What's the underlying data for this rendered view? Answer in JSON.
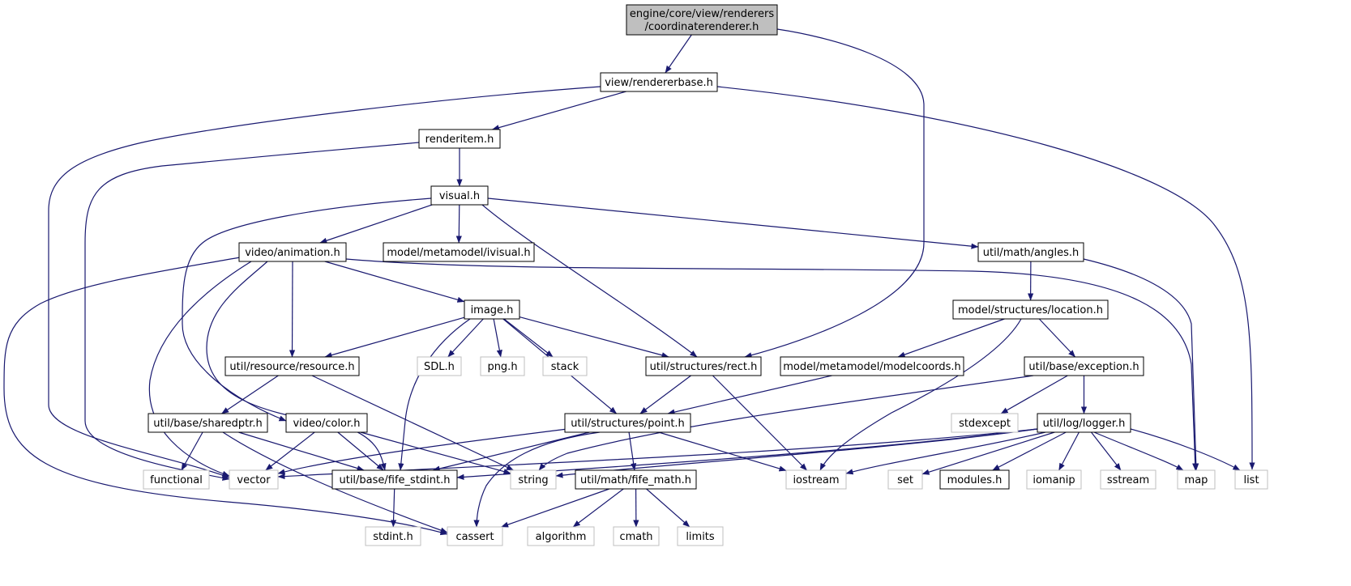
{
  "colors": {
    "edge": "#191970",
    "node_border": "#000000",
    "external_border": "#bfbfbf",
    "root_fill": "#bfbfbf",
    "node_fill": "#ffffff"
  },
  "nodes": {
    "coordinaterenderer": {
      "lines": [
        "engine/core/view/renderers",
        "/coordinaterenderer.h"
      ],
      "kind": "root"
    },
    "rendererbase": {
      "lines": [
        "view/rendererbase.h"
      ],
      "kind": "file"
    },
    "renderitem": {
      "lines": [
        "renderitem.h"
      ],
      "kind": "file"
    },
    "visual": {
      "lines": [
        "visual.h"
      ],
      "kind": "file"
    },
    "animation": {
      "lines": [
        "video/animation.h"
      ],
      "kind": "file"
    },
    "ivisual": {
      "lines": [
        "model/metamodel/ivisual.h"
      ],
      "kind": "file"
    },
    "angles": {
      "lines": [
        "util/math/angles.h"
      ],
      "kind": "file"
    },
    "image": {
      "lines": [
        "image.h"
      ],
      "kind": "file"
    },
    "location": {
      "lines": [
        "model/structures/location.h"
      ],
      "kind": "file"
    },
    "resource": {
      "lines": [
        "util/resource/resource.h"
      ],
      "kind": "file"
    },
    "sdl": {
      "lines": [
        "SDL.h"
      ],
      "kind": "external"
    },
    "png": {
      "lines": [
        "png.h"
      ],
      "kind": "external"
    },
    "stack": {
      "lines": [
        "stack"
      ],
      "kind": "external"
    },
    "rect": {
      "lines": [
        "util/structures/rect.h"
      ],
      "kind": "file"
    },
    "modelcoords": {
      "lines": [
        "model/metamodel/modelcoords.h"
      ],
      "kind": "file"
    },
    "exception": {
      "lines": [
        "util/base/exception.h"
      ],
      "kind": "file"
    },
    "sharedptr": {
      "lines": [
        "util/base/sharedptr.h"
      ],
      "kind": "file"
    },
    "color": {
      "lines": [
        "video/color.h"
      ],
      "kind": "file"
    },
    "point": {
      "lines": [
        "util/structures/point.h"
      ],
      "kind": "file"
    },
    "stdexcept": {
      "lines": [
        "stdexcept"
      ],
      "kind": "external"
    },
    "logger": {
      "lines": [
        "util/log/logger.h"
      ],
      "kind": "file"
    },
    "functional": {
      "lines": [
        "functional"
      ],
      "kind": "external"
    },
    "vector": {
      "lines": [
        "vector"
      ],
      "kind": "external"
    },
    "fife_stdint": {
      "lines": [
        "util/base/fife_stdint.h"
      ],
      "kind": "file"
    },
    "string": {
      "lines": [
        "string"
      ],
      "kind": "external"
    },
    "fife_math": {
      "lines": [
        "util/math/fife_math.h"
      ],
      "kind": "file"
    },
    "iostream": {
      "lines": [
        "iostream"
      ],
      "kind": "external"
    },
    "set": {
      "lines": [
        "set"
      ],
      "kind": "external"
    },
    "modules": {
      "lines": [
        "modules.h"
      ],
      "kind": "file"
    },
    "iomanip": {
      "lines": [
        "iomanip"
      ],
      "kind": "external"
    },
    "sstream": {
      "lines": [
        "sstream"
      ],
      "kind": "external"
    },
    "map": {
      "lines": [
        "map"
      ],
      "kind": "external"
    },
    "list": {
      "lines": [
        "list"
      ],
      "kind": "external"
    },
    "stdint": {
      "lines": [
        "stdint.h"
      ],
      "kind": "external"
    },
    "cassert": {
      "lines": [
        "cassert"
      ],
      "kind": "external"
    },
    "algorithm": {
      "lines": [
        "algorithm"
      ],
      "kind": "external"
    },
    "cmath": {
      "lines": [
        "cmath"
      ],
      "kind": "external"
    },
    "limits": {
      "lines": [
        "limits"
      ],
      "kind": "external"
    }
  },
  "edges": [
    [
      "coordinaterenderer",
      "rendererbase"
    ],
    [
      "coordinaterenderer",
      "rect"
    ],
    [
      "rendererbase",
      "renderitem"
    ],
    [
      "rendererbase",
      "vector"
    ],
    [
      "rendererbase",
      "list"
    ],
    [
      "renderitem",
      "visual"
    ],
    [
      "renderitem",
      "vector"
    ],
    [
      "visual",
      "animation"
    ],
    [
      "visual",
      "ivisual"
    ],
    [
      "visual",
      "angles"
    ],
    [
      "visual",
      "rect"
    ],
    [
      "visual",
      "color"
    ],
    [
      "animation",
      "image"
    ],
    [
      "animation",
      "resource"
    ],
    [
      "animation",
      "fife_stdint"
    ],
    [
      "animation",
      "vector"
    ],
    [
      "animation",
      "cassert"
    ],
    [
      "animation",
      "map"
    ],
    [
      "angles",
      "location"
    ],
    [
      "angles",
      "map"
    ],
    [
      "image",
      "resource"
    ],
    [
      "image",
      "sdl"
    ],
    [
      "image",
      "png"
    ],
    [
      "image",
      "stack"
    ],
    [
      "image",
      "rect"
    ],
    [
      "image",
      "point"
    ],
    [
      "image",
      "fife_stdint"
    ],
    [
      "location",
      "modelcoords"
    ],
    [
      "location",
      "exception"
    ],
    [
      "location",
      "iostream"
    ],
    [
      "resource",
      "sharedptr"
    ],
    [
      "resource",
      "string"
    ],
    [
      "rect",
      "point"
    ],
    [
      "rect",
      "iostream"
    ],
    [
      "modelcoords",
      "point"
    ],
    [
      "exception",
      "stdexcept"
    ],
    [
      "exception",
      "logger"
    ],
    [
      "exception",
      "string"
    ],
    [
      "sharedptr",
      "functional"
    ],
    [
      "sharedptr",
      "fife_stdint"
    ],
    [
      "sharedptr",
      "cassert"
    ],
    [
      "color",
      "vector"
    ],
    [
      "color",
      "fife_stdint"
    ],
    [
      "color",
      "string"
    ],
    [
      "point",
      "fife_math"
    ],
    [
      "point",
      "fife_stdint"
    ],
    [
      "point",
      "iostream"
    ],
    [
      "point",
      "cassert"
    ],
    [
      "point",
      "vector"
    ],
    [
      "logger",
      "vector"
    ],
    [
      "logger",
      "string"
    ],
    [
      "logger",
      "fife_stdint"
    ],
    [
      "logger",
      "iostream"
    ],
    [
      "logger",
      "set"
    ],
    [
      "logger",
      "modules"
    ],
    [
      "logger",
      "iomanip"
    ],
    [
      "logger",
      "sstream"
    ],
    [
      "logger",
      "map"
    ],
    [
      "logger",
      "list"
    ],
    [
      "fife_stdint",
      "stdint"
    ],
    [
      "fife_math",
      "cassert"
    ],
    [
      "fife_math",
      "algorithm"
    ],
    [
      "fife_math",
      "cmath"
    ],
    [
      "fife_math",
      "limits"
    ]
  ]
}
